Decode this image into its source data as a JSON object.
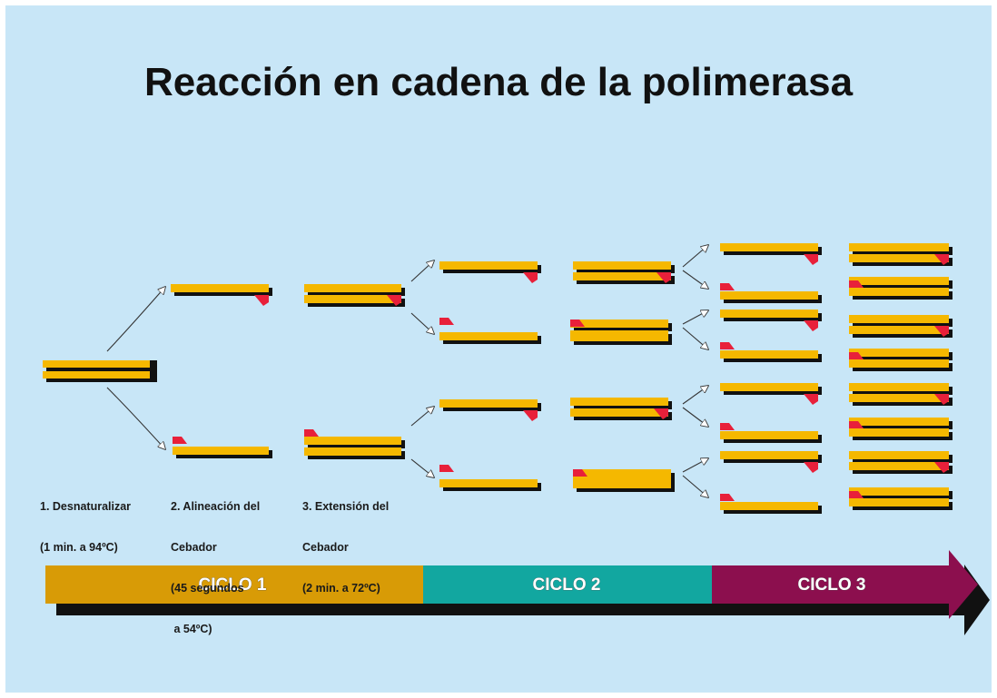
{
  "title": "Reacción en cadena de la polimerasa",
  "steps": {
    "step1": [
      "1. Desnaturalizar",
      "(1 min. a 94ºC)"
    ],
    "step2": [
      "2. Alineación del",
      "Cebador",
      "(45 segundos",
      " a 54ºC)"
    ],
    "step3": [
      "3. Extensión del",
      "Cebador",
      "(2 min. a 72ºC)"
    ]
  },
  "cycles": [
    "CICLO 1",
    "CICLO 2",
    "CICLO 3"
  ],
  "colors": {
    "background": "#c8e6f7",
    "dna_strand": "#f5b800",
    "strand_shadow": "#111111",
    "primer": "#e8203a",
    "cycle1": "#d89b06",
    "cycle2": "#12a7a0",
    "cycle3": "#8c0f4e",
    "arrow_shadow": "#111111"
  }
}
